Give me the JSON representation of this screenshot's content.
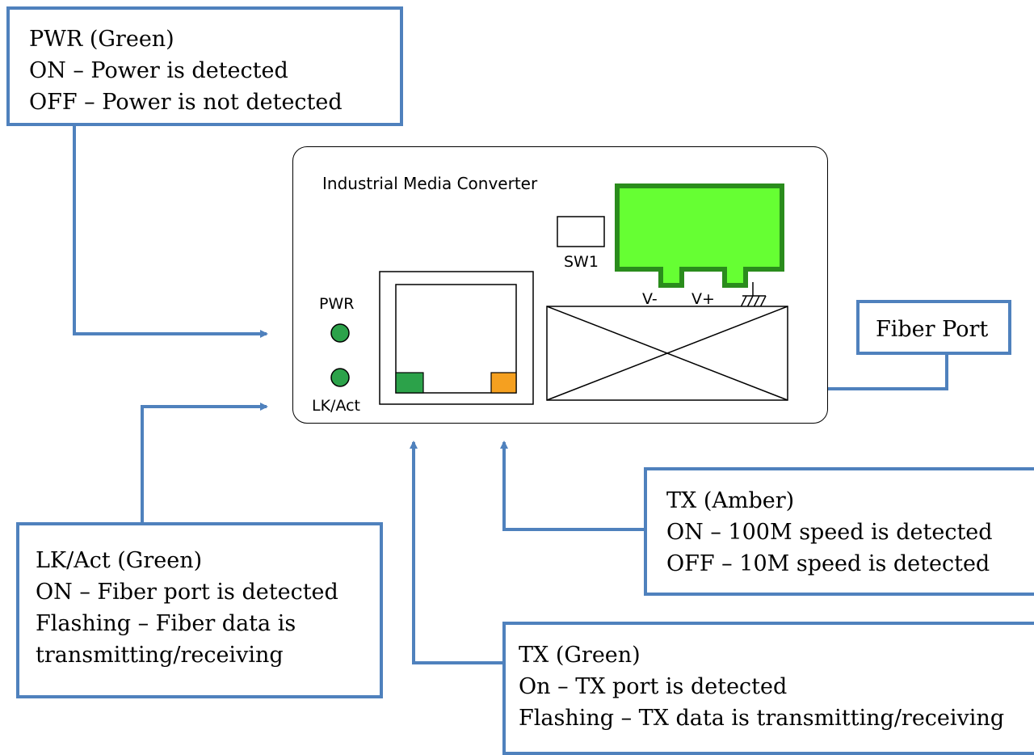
{
  "device": {
    "title": "Industrial Media Converter",
    "pwr_label": "PWR",
    "lkact_label": "LK/Act",
    "sw_label": "SW1",
    "vminus_label": "V-",
    "vplus_label": "V+",
    "ground_icon": "ground-symbol"
  },
  "callouts": {
    "pwr": {
      "lines": [
        "PWR (Green)",
        "ON – Power is detected",
        "OFF – Power is not detected"
      ]
    },
    "fiber": {
      "lines": [
        "Fiber Port"
      ]
    },
    "tx_amber": {
      "lines": [
        "TX (Amber)",
        "ON – 100M speed is detected",
        "OFF – 10M speed is detected"
      ]
    },
    "lkact": {
      "lines": [
        "LK/Act (Green)",
        "ON – Fiber port is detected",
        "Flashing – Fiber data is",
        "transmitting/receiving"
      ]
    },
    "tx_green": {
      "lines": [
        "TX (Green)",
        "On – TX port is detected",
        "Flashing – TX data is transmitting/receiving"
      ]
    }
  },
  "colors": {
    "callout_border": "#4f81bd",
    "led_green": "#2ca24a",
    "port_amber": "#f5a020",
    "terminal_green": "#66ff33",
    "terminal_border": "#2a8c1c"
  }
}
